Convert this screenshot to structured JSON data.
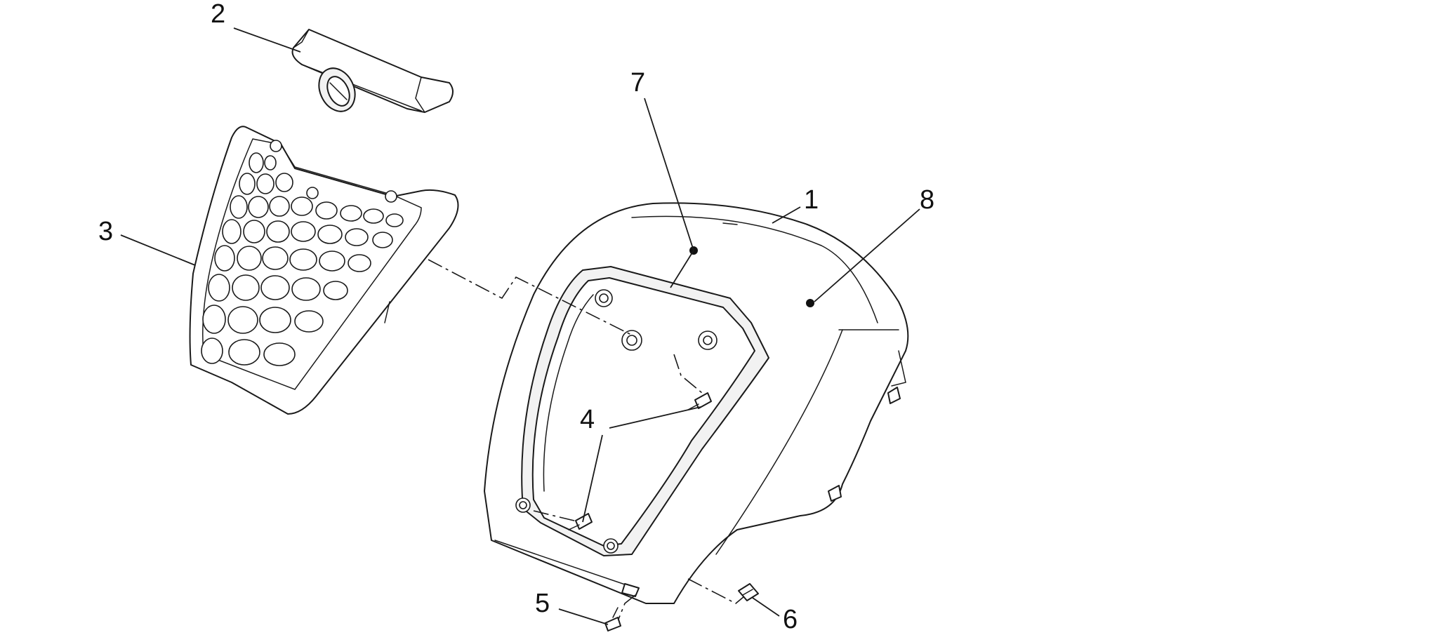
{
  "callouts": [
    {
      "id": "1",
      "label": "1"
    },
    {
      "id": "2",
      "label": "2"
    },
    {
      "id": "3",
      "label": "3"
    },
    {
      "id": "4",
      "label": "4"
    },
    {
      "id": "5",
      "label": "5"
    },
    {
      "id": "6",
      "label": "6"
    },
    {
      "id": "7",
      "label": "7"
    },
    {
      "id": "8",
      "label": "8"
    }
  ],
  "parts": {
    "front_shield": "front-shield",
    "front_emblem": "front-emblem",
    "front_grille": "front-grille",
    "screws": "screws",
    "bottom_screw": "bottom-screw",
    "clip": "clip"
  },
  "colors": {
    "line": "#1a1a1a",
    "background": "#ffffff"
  }
}
